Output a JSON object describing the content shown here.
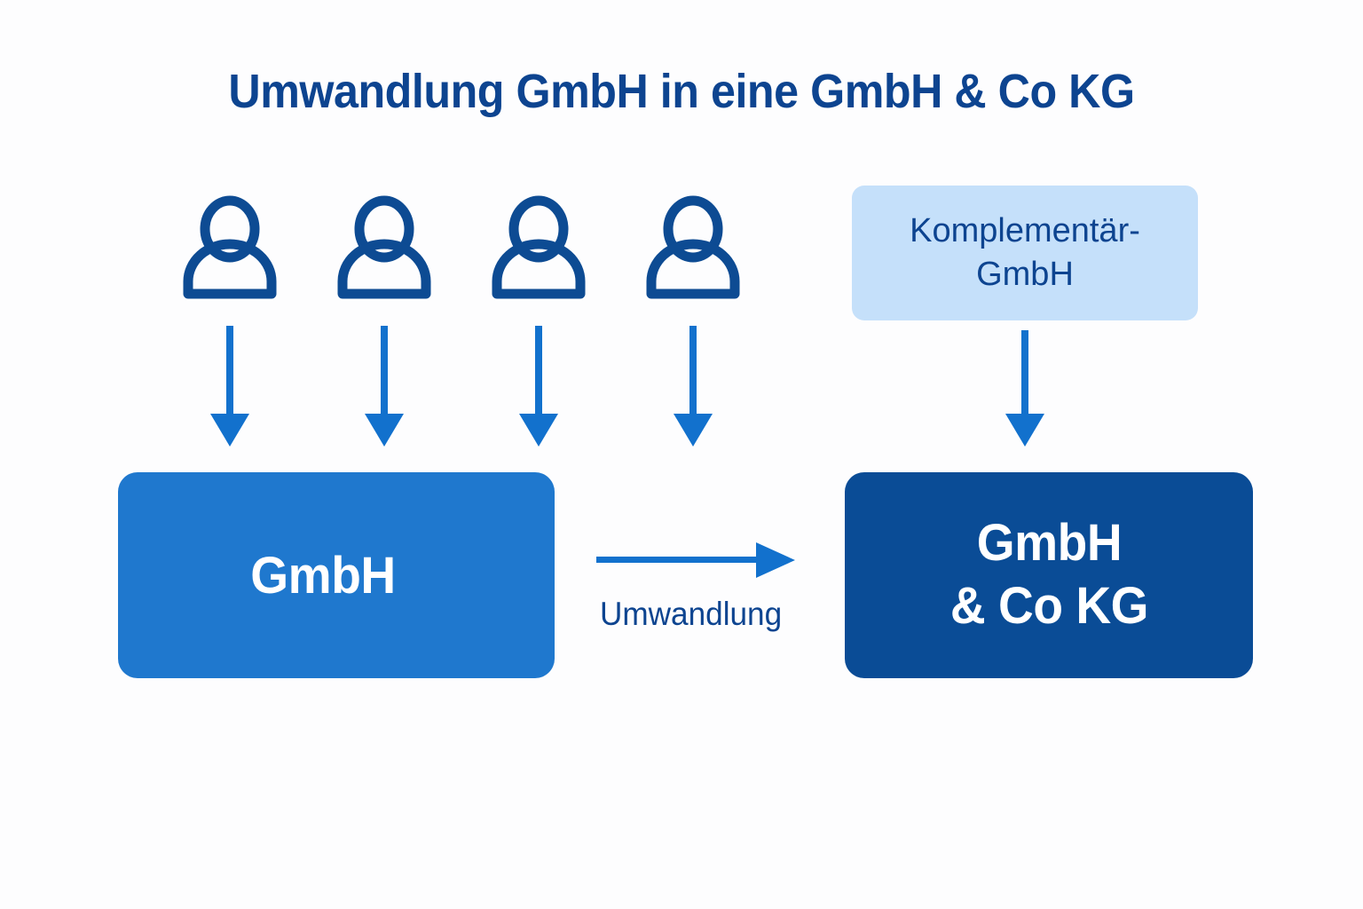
{
  "diagram": {
    "title": "Umwandlung GmbH in eine GmbH & Co KG",
    "background_color": "#fdfdfe",
    "colors": {
      "title_navy": "#0d4490",
      "icon_navy": "#0d4b93",
      "arrow_blue": "#1271cd",
      "box_light_blue": "#c5e0fa",
      "box_medium_blue": "#1f78ce",
      "box_dark_blue": "#0a4c96",
      "box_text_white": "#ffffff"
    },
    "shareholders": {
      "icon_name": "person-icon",
      "count": 4,
      "items": [
        {
          "label": ""
        },
        {
          "label": ""
        },
        {
          "label": ""
        },
        {
          "label": ""
        }
      ]
    },
    "nodes": {
      "komplementaer": {
        "line1": "Komplementär-",
        "line2": "GmbH"
      },
      "source_company": {
        "label": "GmbH"
      },
      "target_company": {
        "line1": "GmbH",
        "line2": "& Co KG"
      }
    },
    "edges": {
      "shareholder_arrows": {
        "icon_name": "arrow-down-icon",
        "count": 4
      },
      "komplementaer_arrow": {
        "icon_name": "arrow-down-icon"
      },
      "conversion_arrow": {
        "icon_name": "arrow-right-icon",
        "label": "Umwandlung"
      }
    }
  }
}
